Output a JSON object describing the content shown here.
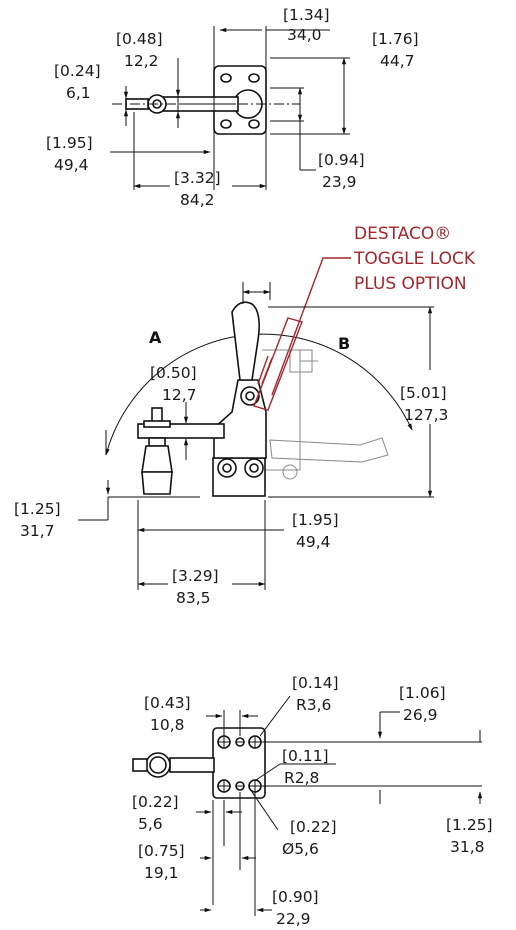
{
  "top_view": {
    "d_034": {
      "in": "[1.34]",
      "mm": "34,0"
    },
    "d_012": {
      "in": "[0.48]",
      "mm": "12,2"
    },
    "d_044": {
      "in": "[1.76]",
      "mm": "44,7"
    },
    "d_006": {
      "in": "[0.24]",
      "mm": "6,1"
    },
    "d_049": {
      "in": "[1.95]",
      "mm": "49,4"
    },
    "d_024": {
      "in": "[0.94]",
      "mm": "23,9"
    },
    "d_084": {
      "in": "[3.32]",
      "mm": "84,2"
    }
  },
  "side_view": {
    "callout": [
      "DESTACO®",
      "TOGGLE LOCK",
      "PLUS OPTION"
    ],
    "label_a": "A",
    "label_b": "B",
    "d_013": {
      "in": "[0.50]",
      "mm": "12,7"
    },
    "d_127": {
      "in": "[5.01]",
      "mm": "127,3"
    },
    "d_032": {
      "in": "[1.25]",
      "mm": "31,7"
    },
    "d_049": {
      "in": "[1.95]",
      "mm": "49,4"
    },
    "d_084": {
      "in": "[3.29]",
      "mm": "83,5"
    }
  },
  "bottom_view": {
    "d_r36": {
      "in": "[0.14]",
      "mm": "R3,6"
    },
    "d_011": {
      "in": "[0.43]",
      "mm": "10,8"
    },
    "d_027": {
      "in": "[1.06]",
      "mm": "26,9"
    },
    "d_r28": {
      "in": "[0.11]",
      "mm": "R2,8"
    },
    "d_006": {
      "in": "[0.22]",
      "mm": "5,6"
    },
    "d_032": {
      "in": "[1.25]",
      "mm": "31,8"
    },
    "d_dia": {
      "in": "[0.22]",
      "mm": "Ø5,6"
    },
    "d_019": {
      "in": "[0.75]",
      "mm": "19,1"
    },
    "d_023": {
      "in": "[0.90]",
      "mm": "22,9"
    }
  }
}
